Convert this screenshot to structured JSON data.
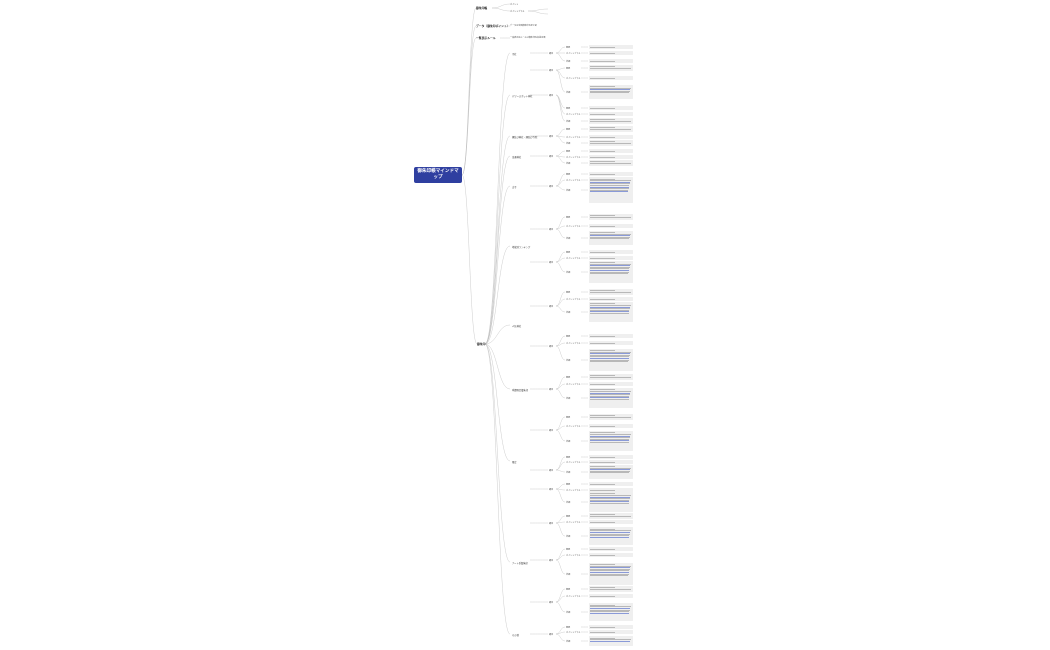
{
  "root": {
    "title": "御朱印帳マインドマップ"
  },
  "top_items": [
    {
      "label": "御朱印帳",
      "children": [
        {
          "label": "ポイント"
        },
        {
          "label": "ポイントプラス"
        }
      ]
    },
    {
      "label": "データ（御朱印ポイント）",
      "children": [
        {
          "label": "データは全国御朱印のまとめ"
        }
      ]
    },
    {
      "label": "一覧表示ルール",
      "children": [
        {
          "label": "一覧表示のルールは御朱印の名前の順"
        }
      ]
    }
  ],
  "main_branch": {
    "label": "御朱印"
  },
  "categories": [
    {
      "label": "寺社"
    },
    {
      "label": "パワースポット神社"
    },
    {
      "label": "縁結び神社・縁結び寺院"
    },
    {
      "label": "金運神社"
    },
    {
      "label": "古寺"
    },
    {
      "label": "地域別ランキング"
    },
    {
      "label": "人気神社"
    },
    {
      "label": "季節限定御朱印"
    },
    {
      "label": "限定"
    },
    {
      "label": "アート系御朱印"
    },
    {
      "label": "その他"
    }
  ],
  "sub_labels": {
    "overview": "概要",
    "point": "ポイントプラス",
    "detail": "詳細",
    "item": "項目"
  }
}
